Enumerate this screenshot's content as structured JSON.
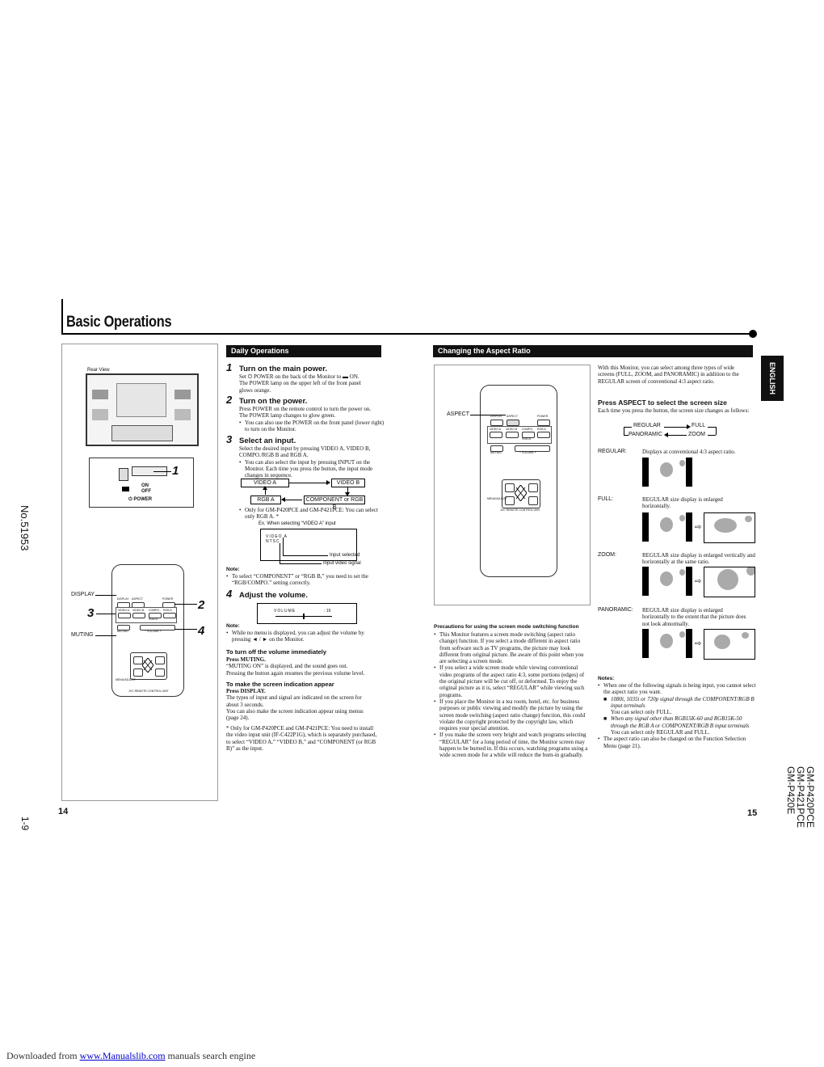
{
  "page_title": "Basic Operations",
  "sections": {
    "daily_operations": "Daily Operations",
    "changing_aspect": "Changing the Aspect Ratio"
  },
  "language_tab": "ENGLISH",
  "side_doc_number": "No.51953",
  "side_page_ref": "1-9",
  "side_models": [
    "GM-P420PCE",
    "GM-P421PCE",
    "GM-P420E"
  ],
  "page_numbers": {
    "left": "14",
    "right": "15"
  },
  "footer": {
    "prefix": "Downloaded from ",
    "link": "www.Manualslib.com",
    "suffix": " manuals search engine"
  },
  "left_illustration": {
    "rear_view_label": "Rear View",
    "on_label": "ON",
    "off_label": "OFF",
    "power_label": "⏻ POWER",
    "callout_1": "1",
    "callout_2": "2",
    "callout_3": "3",
    "callout_4": "4",
    "display_label": "DISPLAY",
    "muting_label": "MUTING"
  },
  "remote_buttons": {
    "display": "DISPLAY",
    "aspect": "ASPECT",
    "power": "POWER",
    "video_a": "VIDEO A",
    "video_b": "VIDEO B",
    "compo": "COMPO",
    "rgb_a": "RGB A",
    "rgb_b": "RGB B",
    "muting": "MUTING",
    "volume": "− VOLUME +",
    "menu_adjust": "MENU/ADJUST",
    "brand": "JVC REMOTE CONTROL UNIT"
  },
  "steps": [
    {
      "num": "1",
      "head": "Turn on the main power.",
      "lines": [
        "Set ⏻ POWER on the back of the Monitor to ▬ ON.",
        "The POWER lamp on the upper left of the front panel",
        "glows orange."
      ]
    },
    {
      "num": "2",
      "head": "Turn on the power.",
      "lines": [
        "Press POWER on the remote control to turn the power on.",
        "The POWER lamp changes to glow green."
      ],
      "bullets": [
        "You can also use the POWER on the front panel (lower right) to turn on the Monitor."
      ]
    },
    {
      "num": "3",
      "head": "Select an input.",
      "lines": [
        "Select the desired input by pressing VIDEO A, VIDEO B,",
        "COMPO./RGB B and RGB A."
      ],
      "bullets": [
        "You can also select the input by pressing INPUT on the Monitor. Each time you press the button, the input mode changes in sequence."
      ]
    },
    {
      "num": "4",
      "head": "Adjust the volume."
    }
  ],
  "input_cycle": {
    "video_a": "VIDEO A",
    "video_b": "VIDEO B",
    "rgb_a": "RGB A",
    "component_rgb_b": "COMPONENT or RGB B"
  },
  "only_for_note": "Only for GM-P420PCE and GM-P421PCE: You can select only RGB A. *",
  "example": {
    "caption": "Ex. When selecting “VIDEO A” input",
    "osd_line1": "VIDEO A",
    "osd_line2": "NTSC",
    "input_selected": "Input selected",
    "input_signal": "Input video signal"
  },
  "note1": {
    "label": "Note:",
    "text": "To select “COMPONENT” or “RGB B,” you need to set the “RGB/COMPO.” setting correctly."
  },
  "volume_osd": {
    "label": "VOLUME",
    "value": ": 19"
  },
  "note2": {
    "label": "Note:",
    "text": "While no menu is displayed, you can adjust the volume by pressing ◄ / ► on the Monitor."
  },
  "turn_off_volume": {
    "head": "To turn off the volume immediately",
    "press": "Press MUTING.",
    "lines": [
      "“MUTING ON” is displayed, and the sound goes out.",
      "Pressing the button again resumes the previous volume level."
    ]
  },
  "screen_indication": {
    "head": "To make the screen indication appear",
    "press": "Press DISPLAY.",
    "lines": [
      "The types of input and signal are indicated on the screen for",
      "about 3 seconds.",
      "You can also make the screen indication appear using menus",
      "(page 24)."
    ]
  },
  "footnote": "* Only for GM-P420PCE and GM-P421PCE: You need to install the video input unit (IF-C422P1G), which is separately purchased, to select “VIDEO A,” “VIDEO B,” and “COMPONENT (or RGB B)” as the input.",
  "aspect_label": "ASPECT",
  "aspect_intro": "With this Monitor, you can select among three types of wide screens (FULL, ZOOM, and PANORAMIC) in addition to the REGULAR screen of conventional 4:3 aspect ratio.",
  "press_aspect": {
    "head": "Press ASPECT to select the screen size",
    "text": "Each time you press the button, the screen size changes as follows:"
  },
  "aspect_cycle": {
    "regular": "REGULAR",
    "full": "FULL",
    "panoramic": "PANORAMIC",
    "zoom": "ZOOM"
  },
  "modes": [
    {
      "name": "REGULAR:",
      "desc": "Displays at conventional 4:3 aspect ratio."
    },
    {
      "name": "FULL:",
      "desc": "REGULAR size display is enlarged horizontally."
    },
    {
      "name": "ZOOM:",
      "desc": "REGULAR size display is enlarged vertically and horizontally at the same ratio."
    },
    {
      "name": "PANORAMIC:",
      "desc": "REGULAR size display is enlarged horizontally to the extent that the picture does not look abnormally."
    }
  ],
  "precautions": {
    "head": "Precautions for using the screen mode switching function",
    "items": [
      "This Monitor features a screen mode switching (aspect ratio change) function. If you select a mode different in aspect ratio from software such as TV programs, the picture may look different from original picture. Be aware of this point when you are selecting a screen mode.",
      "If you select a wide screen mode while viewing conventional video programs of the aspect ratio 4:3, some portions (edges) of the original picture will be cut off, or deformed. To enjoy the original picture as it is, select “REGULAR” while viewing such programs.",
      "If you place the Monitor in a tea room, hotel, etc. for business purposes or public viewing and modify the picture by using the screen mode switching (aspect ratio change) function, this could violate the copyright protected by the copyright law, which requires your special attention.",
      "If you make the screen very bright and watch programs selecting “REGULAR” for a long period of time, the Monitor screen may happen to be burned in. If this occurs, watching programs using a wide screen mode for a while will reduce the burn-in gradually."
    ]
  },
  "notes_right": {
    "label": "Notes:",
    "item1": "When one of the following signals is being input, you cannot select the aspect ratio you want.",
    "sub1": "1080i, 1035i or 720p signal through the COMPONENT/RGB B input terminals",
    "sub1_result": "You can select only FULL.",
    "sub2": "When any signal other than RGB15K-60 and RGB15K-50 through the RGB A or COMPONENT/RGB B input terminals",
    "sub2_result": "You can select only REGULAR and FULL.",
    "item2": "The aspect ratio can also be changed on the Function Selection Menu (page 21)."
  }
}
